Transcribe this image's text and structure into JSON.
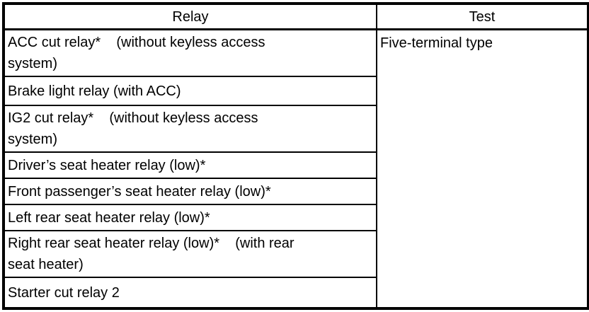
{
  "page": {
    "background": "#ffffff"
  },
  "colors": {
    "border": "#000000",
    "text": "#000000",
    "background": "#ffffff"
  },
  "table": {
    "columns": [
      {
        "label": "Relay"
      },
      {
        "label": "Test"
      }
    ],
    "relay_rows": [
      "ACC cut relay*    (without keyless access\nsystem)",
      "Brake light relay (with ACC)",
      "IG2 cut relay*    (without keyless access\nsystem)",
      "Driver’s seat heater relay (low)*",
      "Front passenger’s seat heater relay (low)*",
      "Left rear seat heater relay (low)*",
      "Right rear seat heater relay (low)*    (with rear\nseat heater)",
      "Starter cut relay 2"
    ],
    "test_value": "Five-terminal type"
  }
}
